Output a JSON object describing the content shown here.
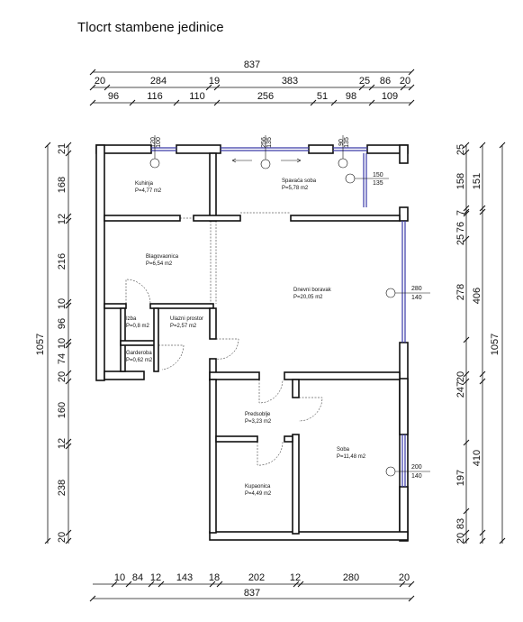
{
  "title": "Tlocrt stambene jedinice",
  "top_dims": {
    "total": "837",
    "row2": [
      "20",
      "284",
      "19",
      "383",
      "25",
      "86",
      "20"
    ],
    "row3": [
      "96",
      "116",
      "110",
      "256",
      "51",
      "98",
      "109"
    ]
  },
  "bottom_dims": {
    "row1": [
      "10",
      "84",
      "12",
      "143",
      "18",
      "202",
      "12",
      "280",
      "20"
    ],
    "total": "837"
  },
  "left_dims": {
    "total": "1057",
    "segments": [
      "21",
      "168",
      "12",
      "216",
      "10",
      "96",
      "10",
      "74",
      "20",
      "160",
      "12",
      "238",
      "20"
    ]
  },
  "right_dims": {
    "total": "1057",
    "inner": [
      "25",
      "158",
      "7",
      "76",
      "25",
      "278",
      "20",
      "247",
      "197",
      "83",
      "20"
    ],
    "outer": [
      "151",
      "406",
      "410"
    ]
  },
  "rooms": [
    {
      "name": "Kuhinja",
      "area": "P=4,77 m2"
    },
    {
      "name": "Spavaća soba",
      "area": "P=5,78 m2"
    },
    {
      "name": "Blagovaonica",
      "area": "P=6,54 m2"
    },
    {
      "name": "Dnevni boravak",
      "area": "P=20,05 m2"
    },
    {
      "name": "Izba",
      "area": "P=0,8 m2"
    },
    {
      "name": "Ulazni prostor",
      "area": "P=2,57 m2"
    },
    {
      "name": "Garderoba",
      "area": "P=0,62 m2"
    },
    {
      "name": "Predsoblje",
      "area": "P=3,23 m2"
    },
    {
      "name": "Soba",
      "area": "P=11,48 m2"
    },
    {
      "name": "Kupaonica",
      "area": "P=4,49 m2"
    }
  ],
  "openings": [
    {
      "w": "120",
      "h": "100"
    },
    {
      "w": "256",
      "h": "135"
    },
    {
      "w": "90",
      "h": "135"
    },
    {
      "w": "150",
      "h": "135"
    },
    {
      "w": "280",
      "h": "140"
    },
    {
      "w": "200",
      "h": "140"
    }
  ]
}
